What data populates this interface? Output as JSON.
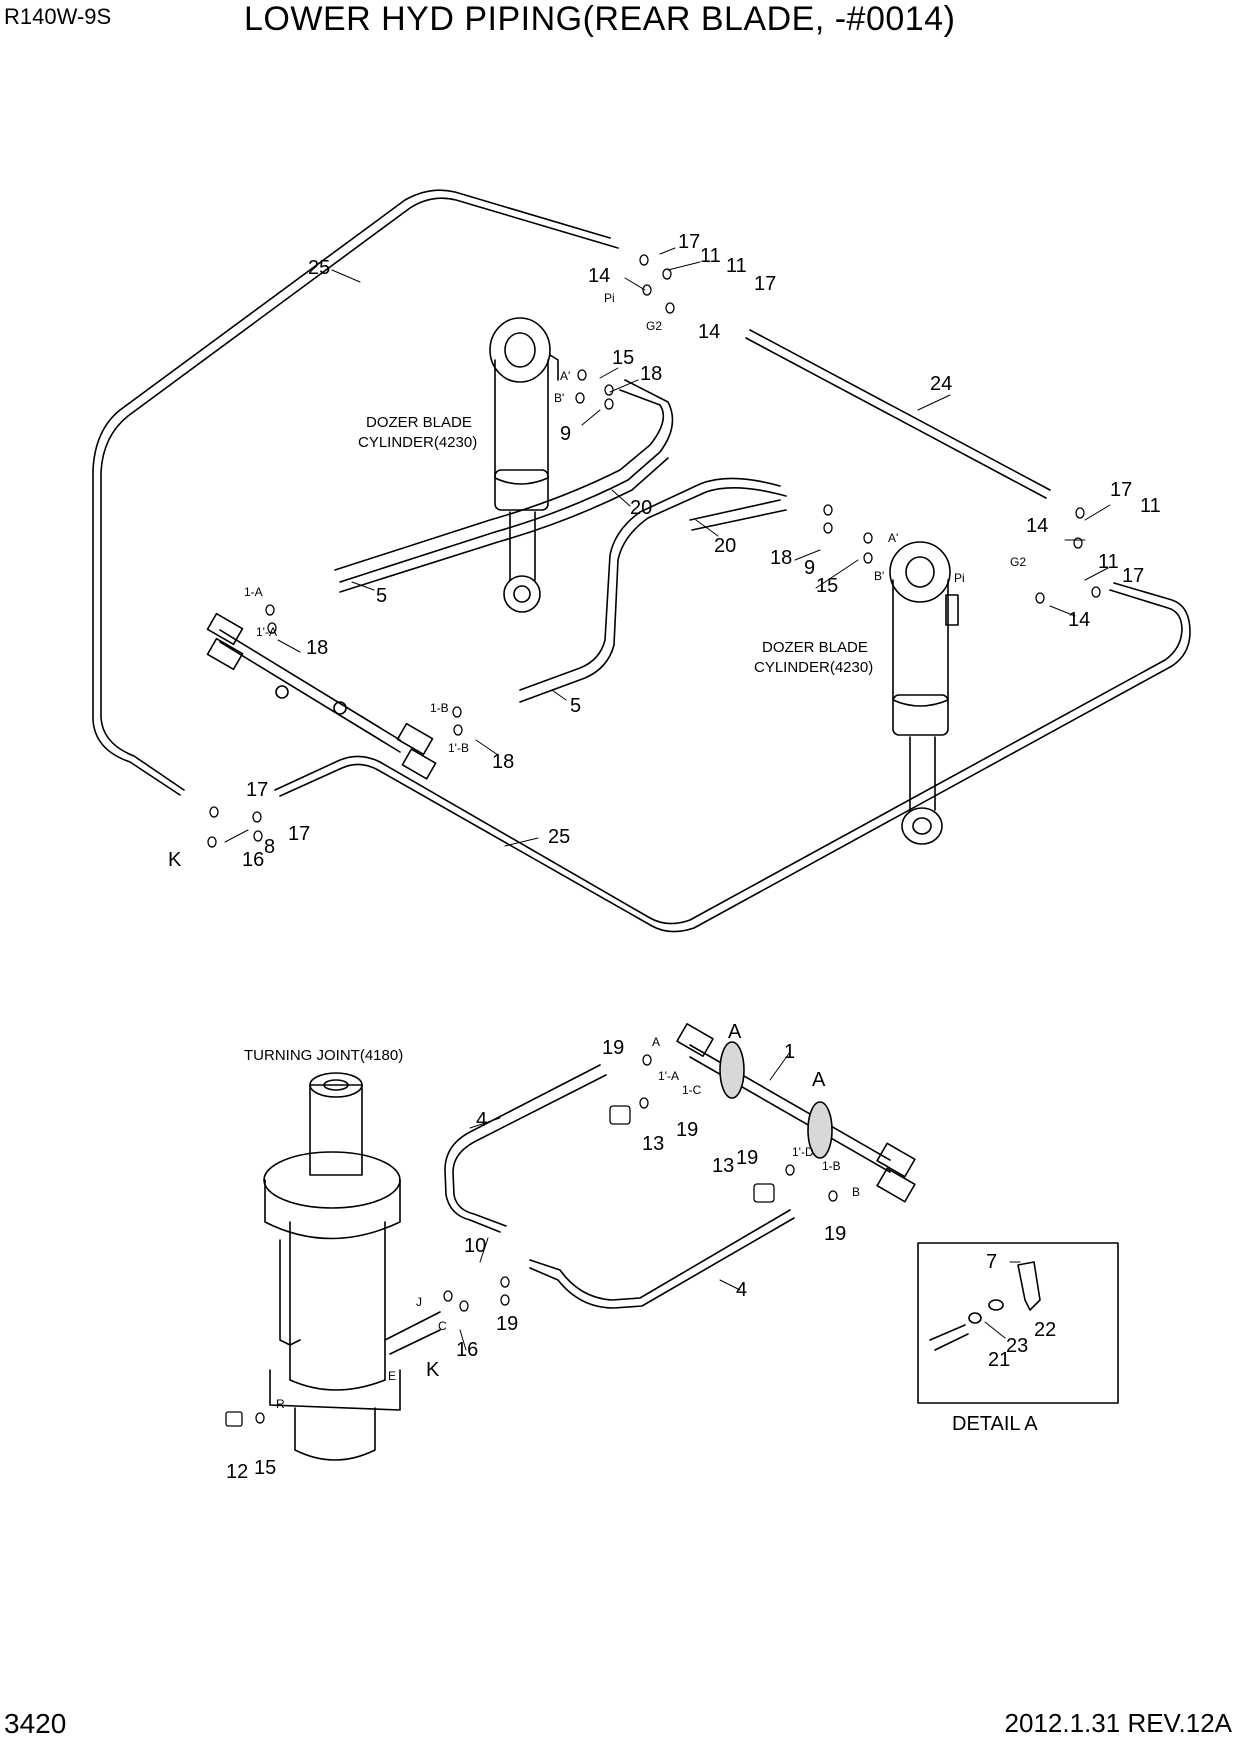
{
  "header": {
    "model": "R140W-9S",
    "title": "LOWER HYD PIPING(REAR BLADE, -#0014)"
  },
  "footer": {
    "page_number": "3420",
    "revision": "2012.1.31  REV.12A"
  },
  "components": {
    "cylinder_left": "DOZER BLADE\nCYLINDER(4230)",
    "cylinder_right": "DOZER BLADE\nCYLINDER(4230)",
    "turning_joint": "TURNING JOINT(4180)",
    "detail_caption": "DETAIL A"
  },
  "callouts": {
    "c25a": "25",
    "c25b": "25",
    "c24": "24",
    "c17a": "17",
    "c17b": "17",
    "c17c": "17",
    "c17d": "17",
    "c17e": "17",
    "c17f": "17",
    "c11a": "11",
    "c11b": "11",
    "c11c": "11",
    "c11d": "11",
    "c14a": "14",
    "c14b": "14",
    "c14c": "14",
    "c14d": "14",
    "c15a": "15",
    "c15b": "15",
    "c15c": "15",
    "c18a": "18",
    "c18b": "18",
    "c18c": "18",
    "c18d": "18",
    "c9a": "9",
    "c9b": "9",
    "c20a": "20",
    "c20b": "20",
    "c5a": "5",
    "c5b": "5",
    "c8": "8",
    "c16a": "16",
    "c16b": "16",
    "c1": "1",
    "c4a": "4",
    "c4b": "4",
    "c19a": "19",
    "c19b": "19",
    "c19c": "19",
    "c19d": "19",
    "c19e": "19",
    "c13a": "13",
    "c13b": "13",
    "c10": "10",
    "c12": "12",
    "c7": "7",
    "c21": "21",
    "c22": "22",
    "c23": "23",
    "K1": "K",
    "K2": "K",
    "A1": "A",
    "A2": "A"
  },
  "port_labels": {
    "pi1": "Pi",
    "g2a": "G2",
    "a1": "A'",
    "b1": "B'",
    "pi2": "Pi",
    "g2b": "G2",
    "a2": "A'",
    "b2": "B'",
    "p1a": "1-A",
    "p1a2": "1'-A",
    "p1b": "1-B",
    "p1b2": "1'-B",
    "pa": "A",
    "p1a3": "1'-A",
    "p1c": "1-C",
    "p1d": "1'-D",
    "p1b3": "1-B",
    "pb": "B",
    "pj": "J",
    "pc": "C",
    "pe": "E",
    "pr": "R"
  }
}
